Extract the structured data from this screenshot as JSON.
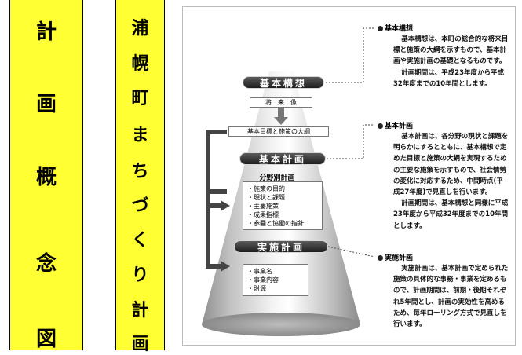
{
  "left_banner": {
    "chars": [
      "計",
      "画",
      "概",
      "念",
      "図"
    ]
  },
  "mid_banner": {
    "chars": [
      "浦",
      "幌",
      "町",
      "ま",
      "ち",
      "づ",
      "く",
      "り",
      "計",
      "画"
    ]
  },
  "diagram": {
    "labels": {
      "kihon_kousou": "基本構想",
      "kihon_keikaku": "基本計画",
      "jisshi_keikaku": "実施計画"
    },
    "shourai_zou": "将　来　像",
    "mokuhyou": "基本目標と施策の大綱",
    "bunya": {
      "title": "分野別計画",
      "items": [
        "・施策の目的",
        "・現状と課題",
        "・主要施策",
        "・成果指標",
        "・参画と協働の指針"
      ]
    },
    "jigyou": {
      "items": [
        "・事業名",
        "・事業内容",
        "・財源"
      ]
    }
  },
  "descriptions": [
    {
      "heading": "基本構想",
      "paragraphs": [
        "基本構想は、本町の総合的な将来目標と施策の大綱を示すもので、基本計画や実施計画の基礎となるものです。",
        "計画期間は、平成23年度から平成32年度までの10年間とします。"
      ]
    },
    {
      "heading": "基本計画",
      "paragraphs": [
        "基本計画は、各分野の現状と課題を明らかにするとともに、基本構想で定めた目標と施策の大綱を実現するための主要な施策を示すもので、社会情勢の変化に対応するため、中間時点(平成27年度)で見直しを行います。",
        "計画期間は、基本構想と同様に平成23年度から平成32年度までの10年間とします。"
      ]
    },
    {
      "heading": "実施計画",
      "paragraphs": [
        "実施計画は、基本計画で定められた施策の具体的な事務・事業を定めるもので、計画期間は、前期・後期それぞれ5年間とし、計画の実効性を高めるため、毎年ローリング方式で見直しを行います。"
      ]
    }
  ]
}
